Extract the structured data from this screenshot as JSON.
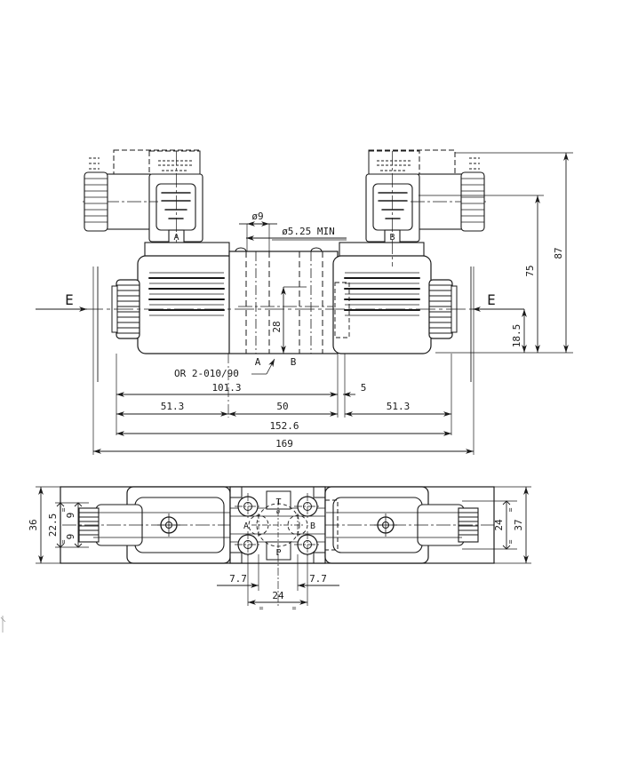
{
  "drawing": {
    "title": "Hydraulic Directional Control Valve - Dimensional Drawing",
    "units": "mm",
    "line_color": "#1a1a1a",
    "background": "#ffffff"
  },
  "front_view": {
    "name": "front-elevation",
    "section_marks": [
      {
        "label": "E",
        "side": "left",
        "arrow": "right"
      },
      {
        "label": "E",
        "side": "right",
        "arrow": "left"
      }
    ],
    "solenoid_labels": [
      {
        "label": "A",
        "side": "left"
      },
      {
        "label": "B",
        "side": "right"
      }
    ],
    "port_labels": [
      {
        "label": "A"
      },
      {
        "label": "B"
      }
    ],
    "notes": [
      {
        "text": "OR 2-010/90"
      },
      {
        "text": "ø9"
      },
      {
        "text": "ø5.25 MIN"
      }
    ],
    "dimensions_horizontal": [
      {
        "value": "101.3"
      },
      {
        "value": "5"
      },
      {
        "value": "51.3"
      },
      {
        "value": "50"
      },
      {
        "value": "51.3"
      },
      {
        "value": "152.6"
      },
      {
        "value": "169"
      }
    ],
    "dimensions_vertical": [
      {
        "value": "87"
      },
      {
        "value": "75"
      },
      {
        "value": "18.5"
      },
      {
        "value": "28"
      }
    ]
  },
  "bottom_view": {
    "name": "bottom-plan",
    "port_labels": [
      {
        "label": "T"
      },
      {
        "label": "A"
      },
      {
        "label": "B"
      },
      {
        "label": "P"
      }
    ],
    "stamp": "ø",
    "dimensions_vertical": [
      {
        "value": "36"
      },
      {
        "value": "22.5"
      },
      {
        "value": "9"
      },
      {
        "value": "9"
      },
      {
        "value": "24"
      },
      {
        "value": "37"
      }
    ],
    "dimensions_horizontal": [
      {
        "value": "7.7"
      },
      {
        "value": "7.7"
      },
      {
        "value": "24"
      }
    ]
  }
}
